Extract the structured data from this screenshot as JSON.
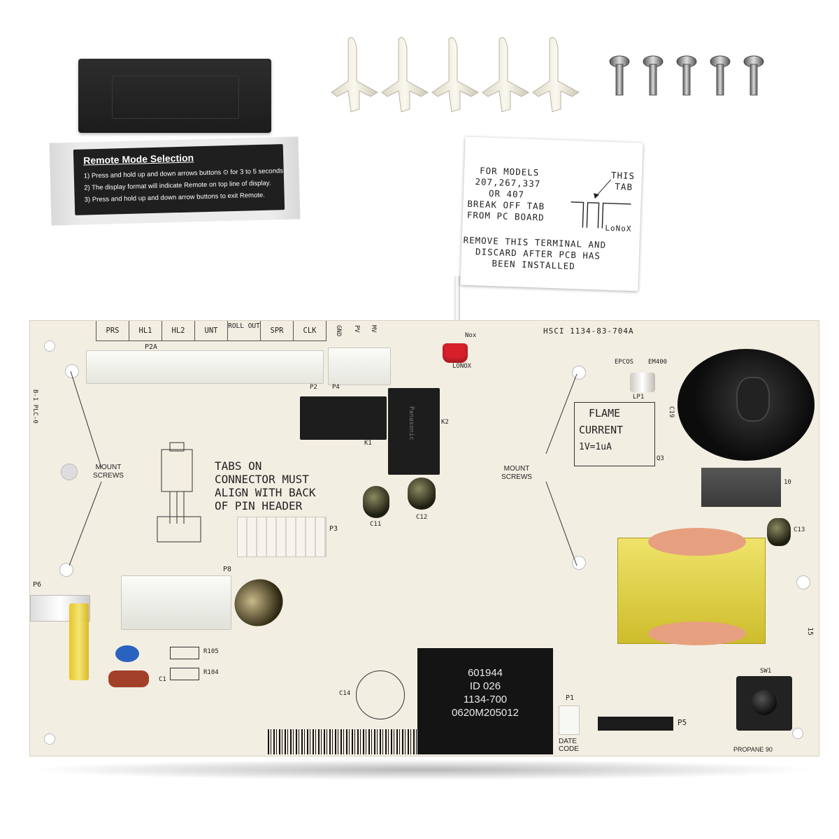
{
  "colors": {
    "board": "#f3eee2",
    "chip": "#141414",
    "flag": "#ffffff",
    "fuse": "#f2d21e",
    "transformer": "#e9dc4a",
    "red_connector": "#d8202a"
  },
  "sticker": {
    "title": "Remote Mode Selection",
    "line1": "1) Press and hold up and down arrows buttons ⊙ for 3 to 5 seconds",
    "line2": "2) The display format will indicate Remote on top line of display.",
    "line3": "3) Press and hold up and down arrow buttons to exit Remote."
  },
  "flag": {
    "models_line1": "FOR MODELS",
    "models_line2": "207,267,337",
    "models_line3": "OR 407",
    "break_line1": "BREAK OFF TAB",
    "break_line2": "FROM PC BOARD",
    "this_tab_line1": "THIS",
    "this_tab_line2": "TAB",
    "lonox": "LoNoX",
    "remove_line1": "REMOVE THIS TERMINAL AND",
    "remove_line2": "DISCARD AFTER PCB HAS",
    "remove_line3": "BEEN INSTALLED"
  },
  "board": {
    "part_number": "HSCI 1134-83-704A",
    "header_labels": [
      "PRS",
      "HL1",
      "HL2",
      "UNT",
      "ROLL OUT",
      "SPR",
      "CLK"
    ],
    "header_p2a": "P2A",
    "side_labels": [
      "GND",
      "PV",
      "MV"
    ],
    "p2": "P2",
    "p4": "P4",
    "lonox_top": "Nox",
    "lonox_bottom": "LONOX",
    "mount_screws_left": "MOUNT SCREWS",
    "mount_screws_right": "MOUNT SCREWS",
    "tabs_note_line1": "TABS ON",
    "tabs_note_line2": "CONNECTOR MUST",
    "tabs_note_line3": "ALIGN WITH BACK",
    "tabs_note_line4": "OF PIN HEADER",
    "p3": "P3",
    "p8": "P8",
    "p6": "P6",
    "k1": "K1",
    "k2": "K2",
    "c11": "C11",
    "c12": "C12",
    "c13": "C13",
    "c14": "C14",
    "c19": "C19",
    "c1": "C1",
    "r105": "R105",
    "r104": "R104",
    "q3": "Q3",
    "lp1": "LP1",
    "epcos": "EPCOS",
    "em400": "EM400",
    "flame_line1": "FLAME",
    "flame_line2": "CURRENT",
    "flame_line3": "1V=1uA",
    "relay_brand": "Panasonic",
    "chip_line1": "601944",
    "chip_line2": "ID 026",
    "chip_line3": "1134-700",
    "chip_line4": "0620M205012",
    "p1": "P1",
    "date_code_line1": "DATE",
    "date_code_line2": "CODE",
    "p5": "P5",
    "sw1": "SW1",
    "propane": "PROPANE 90",
    "side_code": "15",
    "left_vertical_code": "B-1 PLC-0",
    "ten": "10"
  }
}
